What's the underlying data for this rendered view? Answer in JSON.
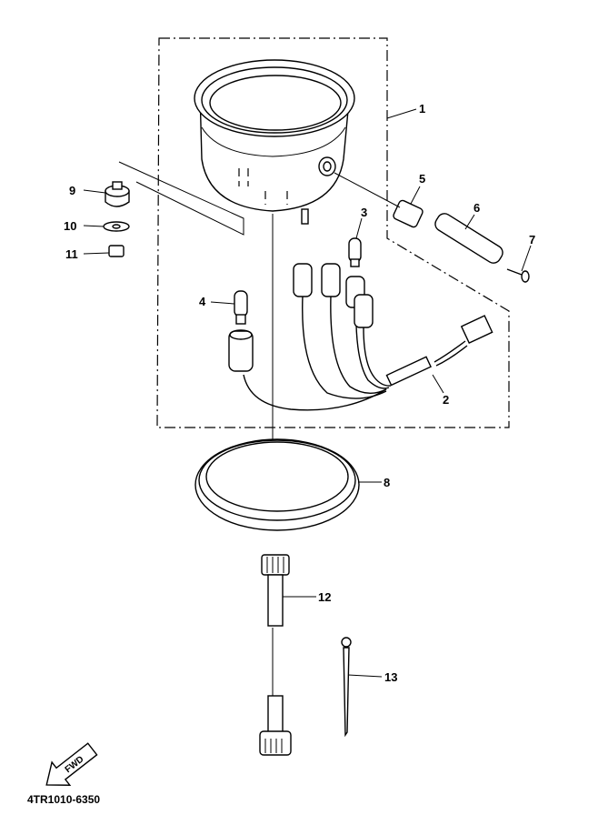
{
  "diagram": {
    "catalog_code": "4TR1010-6350",
    "fwd_label": "FWD",
    "callouts": [
      "1",
      "2",
      "3",
      "4",
      "5",
      "6",
      "7",
      "8",
      "9",
      "10",
      "11",
      "12",
      "13"
    ]
  }
}
